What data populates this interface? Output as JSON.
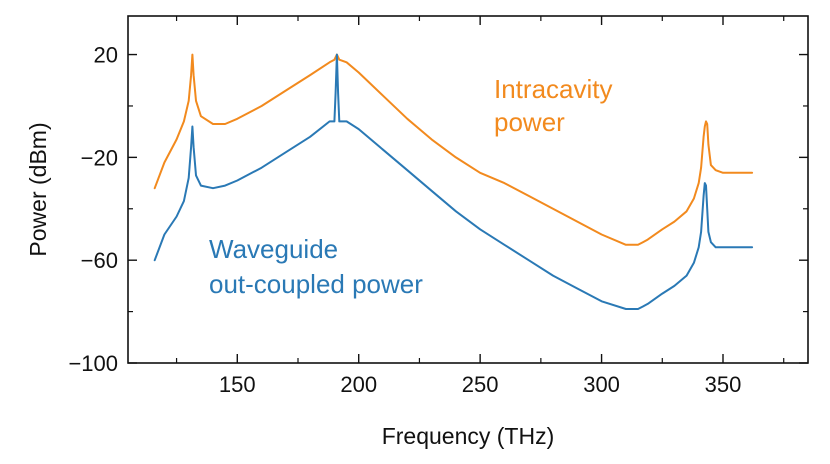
{
  "chart_data": {
    "type": "line",
    "xlabel": "Frequency (THz)",
    "ylabel": "Power (dBm)",
    "xlim": [
      105,
      385
    ],
    "ylim": [
      -100,
      35
    ],
    "xticks": [
      150,
      200,
      250,
      300,
      350
    ],
    "xtick_labels": [
      "150",
      "200",
      "250",
      "300",
      "350"
    ],
    "yticks": [
      20,
      -20,
      -60,
      -100
    ],
    "ytick_labels": [
      "20",
      "−20",
      "−60",
      "−100"
    ],
    "grid": false,
    "annotations": [
      {
        "text_lines": [
          "Intracavity",
          "power"
        ],
        "color": "#f28a1e",
        "series": "Intracavity power"
      },
      {
        "text_lines": [
          "Waveguide",
          "out-coupled power"
        ],
        "color": "#2a79b5",
        "series": "Waveguide out-coupled power"
      }
    ],
    "series": [
      {
        "name": "Intracavity power",
        "color": "#f28a1e",
        "x": [
          116,
          120,
          125,
          128,
          130,
          131,
          131.5,
          132,
          133,
          135,
          140,
          145,
          150,
          160,
          170,
          180,
          188,
          190,
          191,
          192,
          195,
          200,
          210,
          220,
          230,
          240,
          250,
          260,
          270,
          280,
          290,
          300,
          310,
          315,
          317,
          319,
          325,
          330,
          335,
          338,
          340,
          341,
          342,
          342.5,
          343,
          343.5,
          344,
          345,
          347,
          350,
          355,
          362
        ],
        "y": [
          -32,
          -22,
          -13,
          -6,
          2,
          12,
          20,
          12,
          2,
          -4,
          -7,
          -7,
          -5,
          0,
          6,
          12,
          17,
          18,
          20,
          18,
          17,
          13,
          4,
          -5,
          -13,
          -20,
          -26,
          -30,
          -35,
          -40,
          -45,
          -50,
          -54,
          -54,
          -53,
          -52,
          -48,
          -45,
          -41,
          -36,
          -30,
          -24,
          -12,
          -8,
          -6,
          -7,
          -15,
          -23,
          -25,
          -26,
          -26,
          -26
        ]
      },
      {
        "name": "Waveguide out-coupled power",
        "color": "#2a79b5",
        "x": [
          116,
          120,
          125,
          128,
          130,
          131,
          131.5,
          132,
          133,
          135,
          140,
          145,
          150,
          160,
          170,
          180,
          188,
          190,
          190.5,
          191,
          191.5,
          192,
          195,
          200,
          210,
          220,
          230,
          240,
          250,
          260,
          270,
          280,
          290,
          300,
          310,
          315,
          317,
          319,
          325,
          330,
          335,
          338,
          340,
          341,
          342,
          342.5,
          343,
          343.5,
          344,
          345,
          347,
          350,
          355,
          362
        ],
        "y": [
          -60,
          -50,
          -43,
          -37,
          -28,
          -16,
          -8,
          -16,
          -27,
          -31,
          -32,
          -31,
          -29,
          -24,
          -18,
          -12,
          -6,
          -6,
          5,
          20,
          5,
          -6,
          -6,
          -9,
          -17,
          -25,
          -33,
          -41,
          -48,
          -54,
          -60,
          -66,
          -71,
          -76,
          -79,
          -79,
          -78,
          -77,
          -73,
          -70,
          -66,
          -61,
          -55,
          -49,
          -35,
          -30,
          -31,
          -40,
          -49,
          -53,
          -55,
          -55,
          -55,
          -55
        ]
      }
    ]
  }
}
